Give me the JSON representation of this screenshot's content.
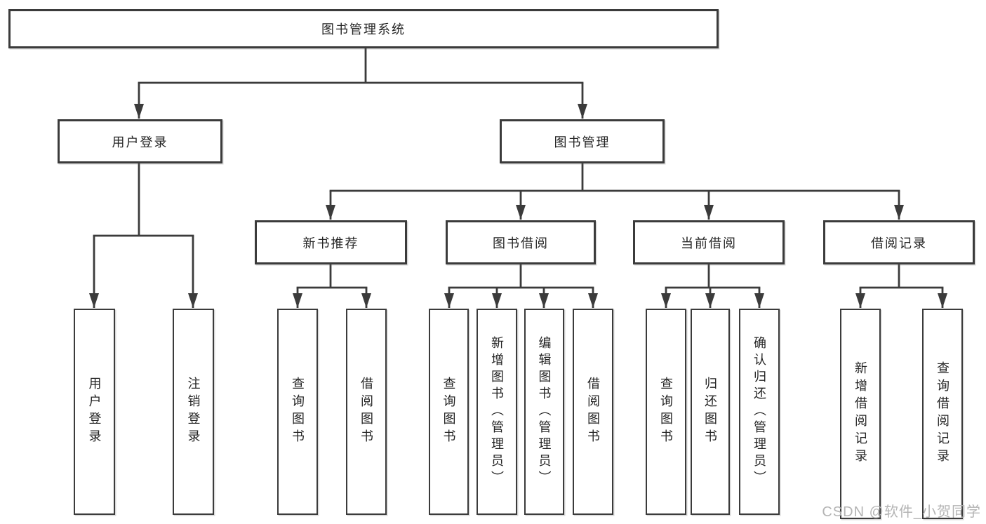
{
  "diagram": {
    "type": "hierarchy-tree",
    "root": "图书管理系统",
    "level2": [
      "用户登录",
      "图书管理"
    ],
    "level3": [
      "新书推荐",
      "图书借阅",
      "当前借阅",
      "借阅记录"
    ],
    "leaves": {
      "user_login": [
        "用户登录",
        "注销登录"
      ],
      "new_book": [
        "查询图书",
        "借阅图书"
      ],
      "book_borrow": [
        "查询图书",
        "新增图书（管理员）",
        "编辑图书（管理员）",
        "借阅图书"
      ],
      "current_borrow": [
        "查询图书",
        "归还图书",
        "确认归还（管理员）"
      ],
      "borrow_record": [
        "新增借阅记录",
        "查询借阅记录"
      ]
    },
    "watermark": "CSDN @软件_小贺同学",
    "colors": {
      "line": "#3b3b3b",
      "box_border": "#3b3b3b",
      "text": "#242424",
      "watermark": "#b4b4b4",
      "background": "#ffffff"
    }
  }
}
